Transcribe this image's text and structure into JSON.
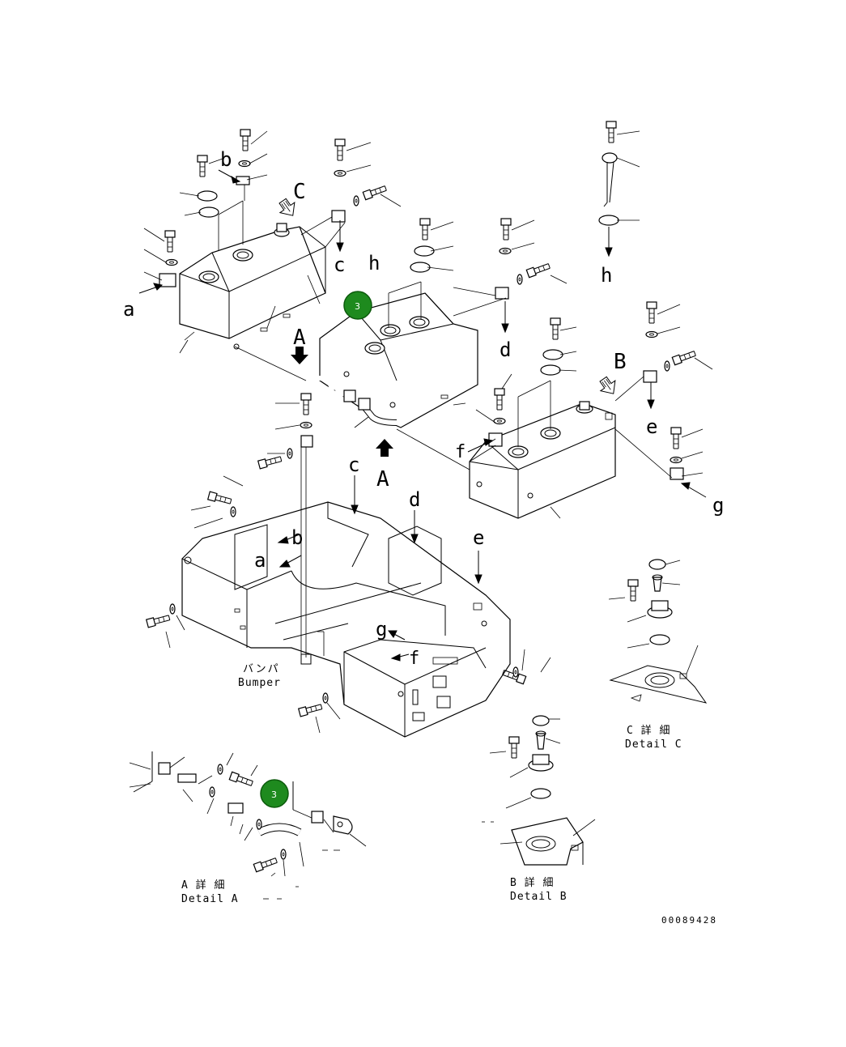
{
  "drawing_number": "00089428",
  "callout_marker": "3",
  "callout_color": "#1e8a1e",
  "view_arrows": {
    "A": "A",
    "B": "B",
    "C": "C"
  },
  "ref_letters": {
    "a": "a",
    "b": "b",
    "c": "c",
    "d": "d",
    "e": "e",
    "f": "f",
    "g": "g",
    "h": "h"
  },
  "bumper": {
    "jp": "バンパ",
    "en": "Bumper"
  },
  "detail_a": {
    "jp": "A 詳 細",
    "en": "Detail A"
  },
  "detail_b": {
    "jp": "B 詳 細",
    "en": "Detail B"
  },
  "detail_c": {
    "jp": "C 詳 細",
    "en": "Detail C"
  }
}
